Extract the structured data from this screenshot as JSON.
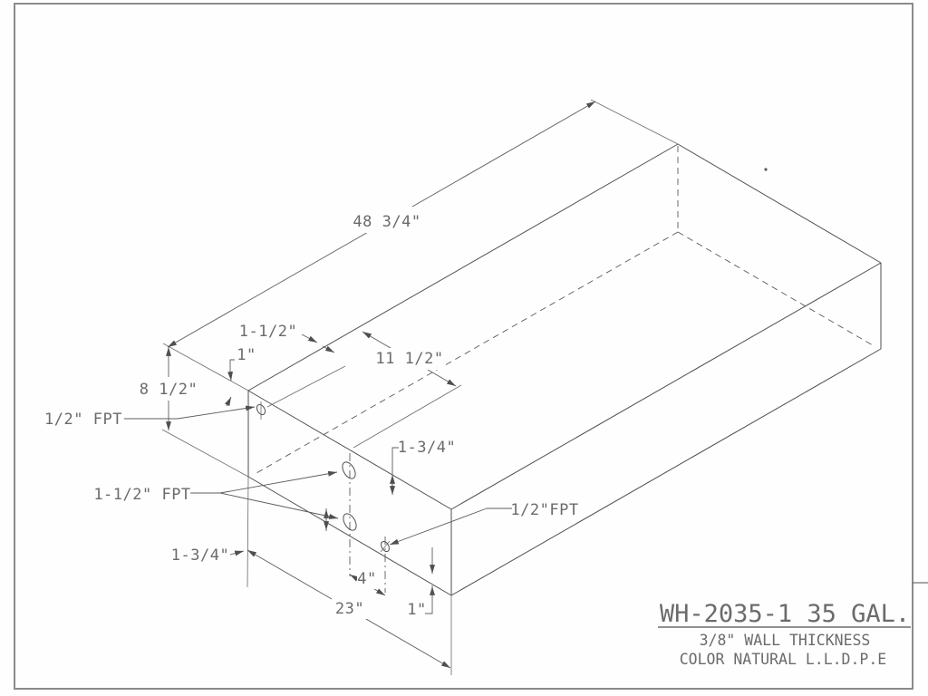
{
  "drawing": {
    "type": "isometric technical drawing of rectangular tank",
    "title_block": {
      "part_title": "WH-2035-1 35 GAL.",
      "spec_line1": "3/8\" WALL THICKNESS",
      "spec_line2": "COLOR NATURAL L.L.D.P.E"
    },
    "dimensions": {
      "overall_length": "48 3/4\"",
      "overall_height": "8 1/2\"",
      "overall_width": "23\"",
      "top_fitting_offset_from_end": "1-1/2\"",
      "top_fitting_below_edge": "1\"",
      "fitting_centerline_from_end": "11 1/2\"",
      "upper_fitting_below_top": "1-3/4\"",
      "lower_fitting_above_bottom": "1-3/4\"",
      "drain_fitting_offset": "4\"",
      "drain_fitting_above_bottom": "1\""
    },
    "fitting_labels": {
      "half_inch_fpt_left": "1/2\" FPT",
      "one_and_half_inch_fpt": "1-1/2\" FPT",
      "half_inch_fpt_right": "1/2\"FPT"
    },
    "line_colors": {
      "edges": "#4f4f4f",
      "text": "#6b6b6b",
      "border": "#8b8b8b"
    }
  }
}
